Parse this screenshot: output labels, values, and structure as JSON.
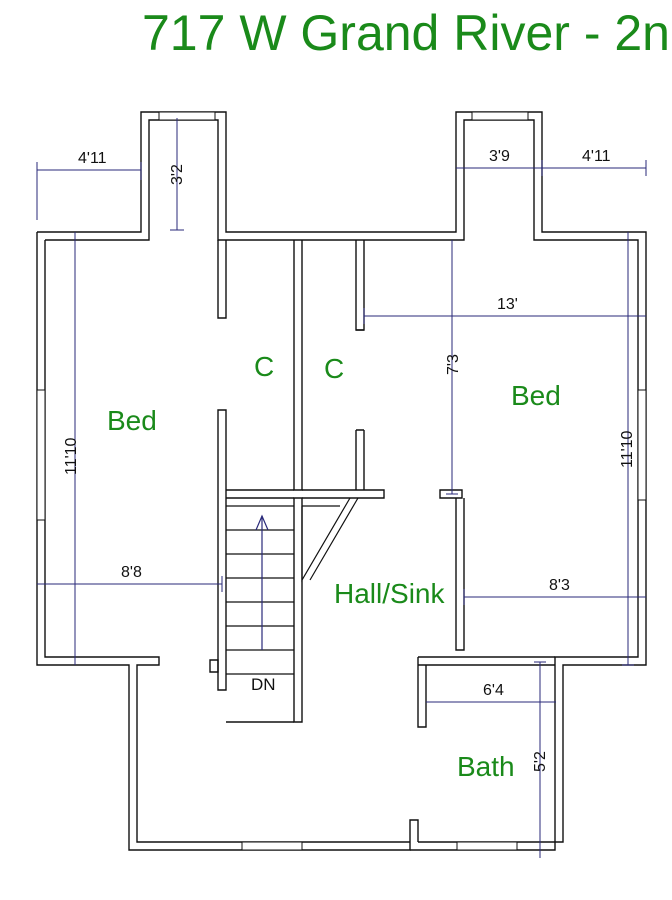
{
  "title": "717 W Grand River - 2n",
  "rooms": {
    "bed_left": "Bed",
    "bed_right": "Bed",
    "closet_1": "C",
    "closet_2": "C",
    "hall": "Hall/Sink",
    "bath": "Bath",
    "stairs": "DN"
  },
  "dimensions": {
    "d_4_11_left": "4'11",
    "d_3_2": "3'2",
    "d_3_9": "3'9",
    "d_4_11_right": "4'11",
    "d_13": "13'",
    "d_7_3": "7'3",
    "d_11_10_left": "11'10",
    "d_11_10_right": "11'10",
    "d_8_8": "8'8",
    "d_8_3": "8'3",
    "d_6_4": "6'4",
    "d_5_2": "5'2"
  },
  "colors": {
    "label": "#1a8a1a",
    "wall": "#111111",
    "dimension": "#2a2a7a"
  }
}
